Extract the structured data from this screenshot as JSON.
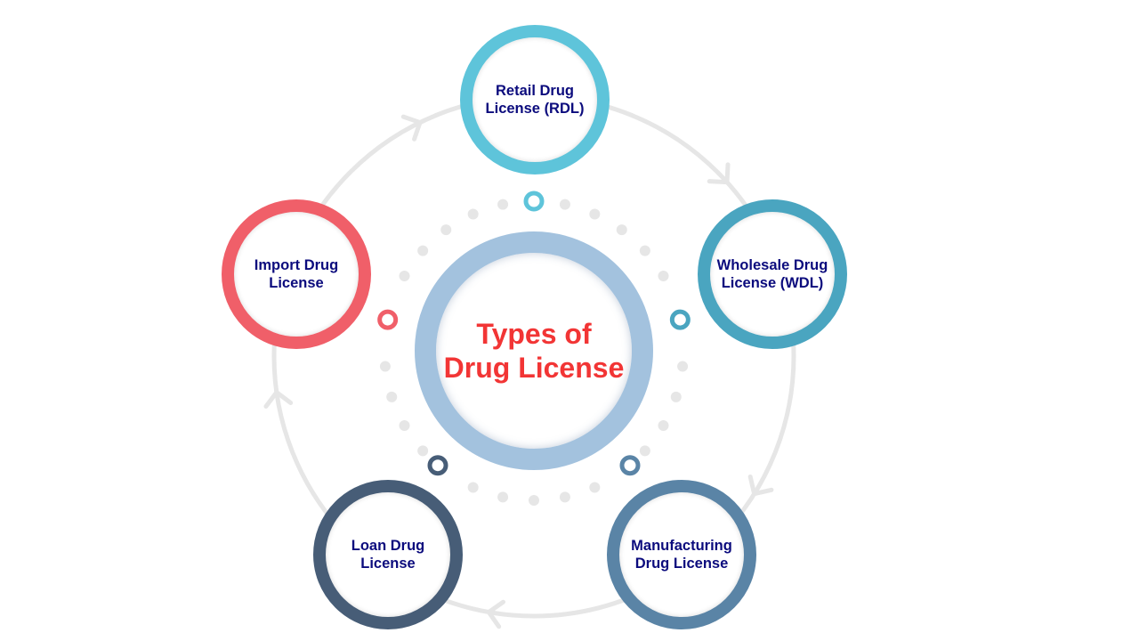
{
  "title": "Types of Drug License",
  "title_lines": [
    "Types of",
    "Drug License"
  ],
  "nodes": [
    {
      "label": "Retail Drug License (RDL)",
      "color": "#5ec4da"
    },
    {
      "label": "Wholesale Drug License (WDL)",
      "color": "#4aa5c0"
    },
    {
      "label": "Manufacturing Drug License",
      "color": "#5a84a6"
    },
    {
      "label": "Loan Drug License",
      "color": "#475d77"
    },
    {
      "label": "Import Drug License",
      "color": "#f05f69"
    }
  ],
  "colors": {
    "center_ring": "#a3c2de",
    "title": "#f23535",
    "label": "#0b0b7d",
    "track": "#e6e6e6"
  }
}
